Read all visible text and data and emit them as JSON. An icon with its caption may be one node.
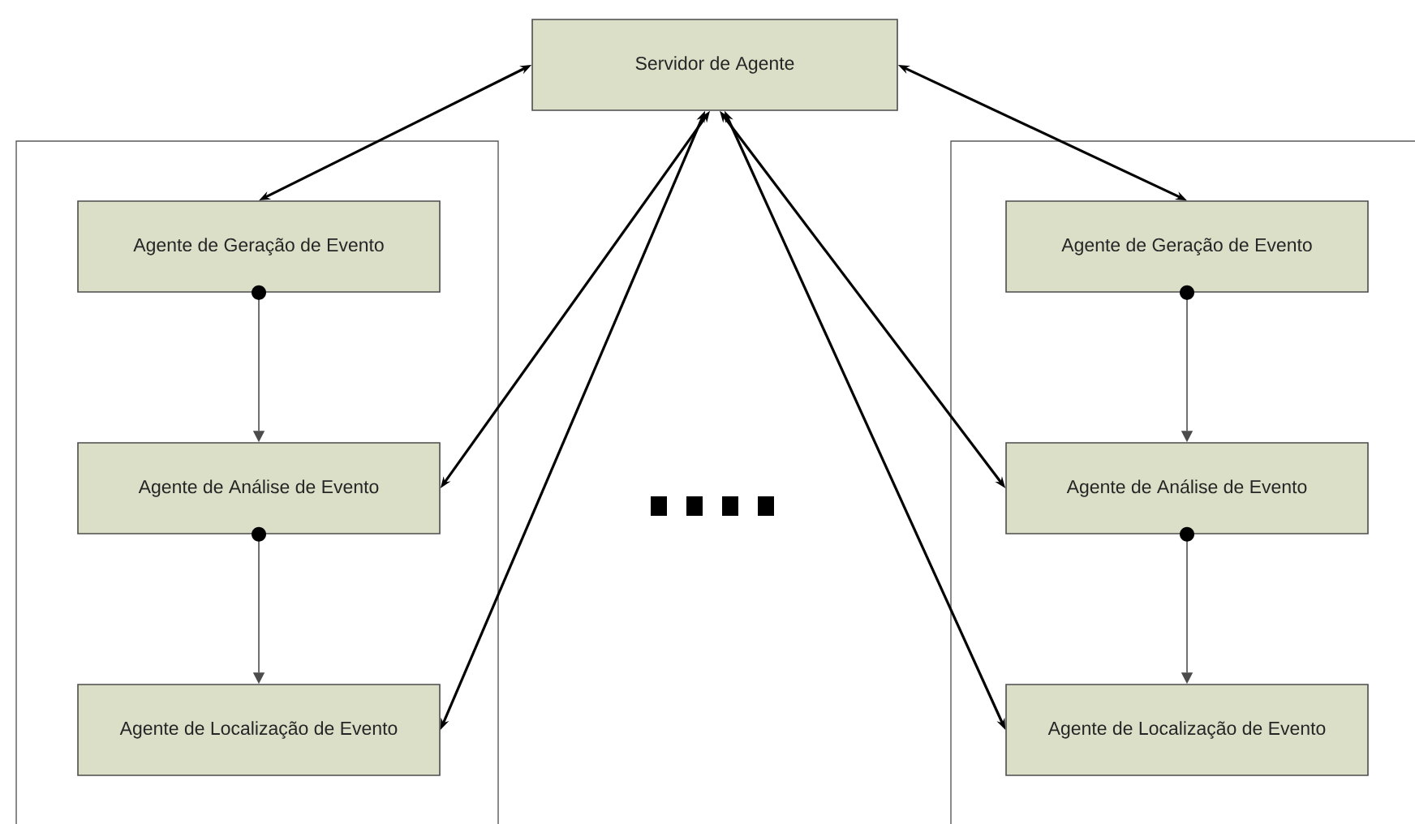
{
  "diagram": {
    "nodes": [
      {
        "text": [
          "Servidor de Agente"
        ]
      },
      {
        "text": [],
        "shape": "box"
      },
      {
        "text": [
          "Agente de Geração de Evento"
        ],
        "in": 1
      },
      {
        "text": [
          "Agente de Análise de Evento"
        ],
        "in": 1
      },
      {
        "text": [
          "Agente de Localização de Evento"
        ],
        "in": 1
      },
      {
        "text": [],
        "shape": "box"
      },
      {
        "text": [
          "Agente de Geração de Evento"
        ],
        "in": 5
      },
      {
        "text": [
          "Agente de Análise de Evento"
        ],
        "in": 5
      },
      {
        "text": [
          "Agente de Localização de Evento"
        ],
        "in": 5
      }
    ],
    "edges": [
      {
        "from": 0,
        "to": 2,
        "arrow": "both"
      },
      {
        "from": 0,
        "to": 3,
        "arrow": "both"
      },
      {
        "from": 0,
        "to": 4,
        "arrow": "both"
      },
      {
        "from": 0,
        "to": 6,
        "arrow": "both"
      },
      {
        "from": 0,
        "to": 7,
        "arrow": "both"
      },
      {
        "from": 0,
        "to": 8,
        "arrow": "both"
      },
      {
        "from": 2,
        "to": 3,
        "arrow": "to"
      },
      {
        "from": 3,
        "to": 4,
        "arrow": "to"
      },
      {
        "from": 6,
        "to": 7,
        "arrow": "to"
      },
      {
        "from": 7,
        "to": 8,
        "arrow": "to"
      }
    ]
  }
}
